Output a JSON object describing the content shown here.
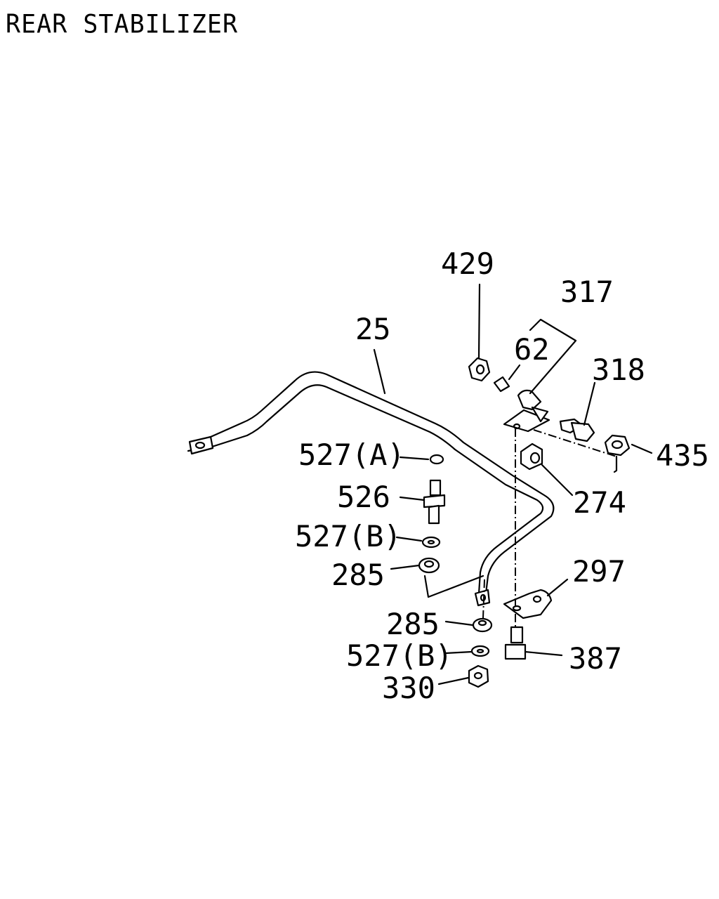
{
  "title": "REAR STABILIZER",
  "callouts": {
    "p25": "25",
    "p429": "429",
    "p317": "317",
    "p62": "62",
    "p318": "318",
    "p435": "435",
    "p274": "274",
    "p527a": "527(A)",
    "p526": "526",
    "p527b_top": "527(B)",
    "p285_top": "285",
    "p297": "297",
    "p285_bottom": "285",
    "p527b_bottom": "527(B)",
    "p387": "387",
    "p330": "330"
  }
}
